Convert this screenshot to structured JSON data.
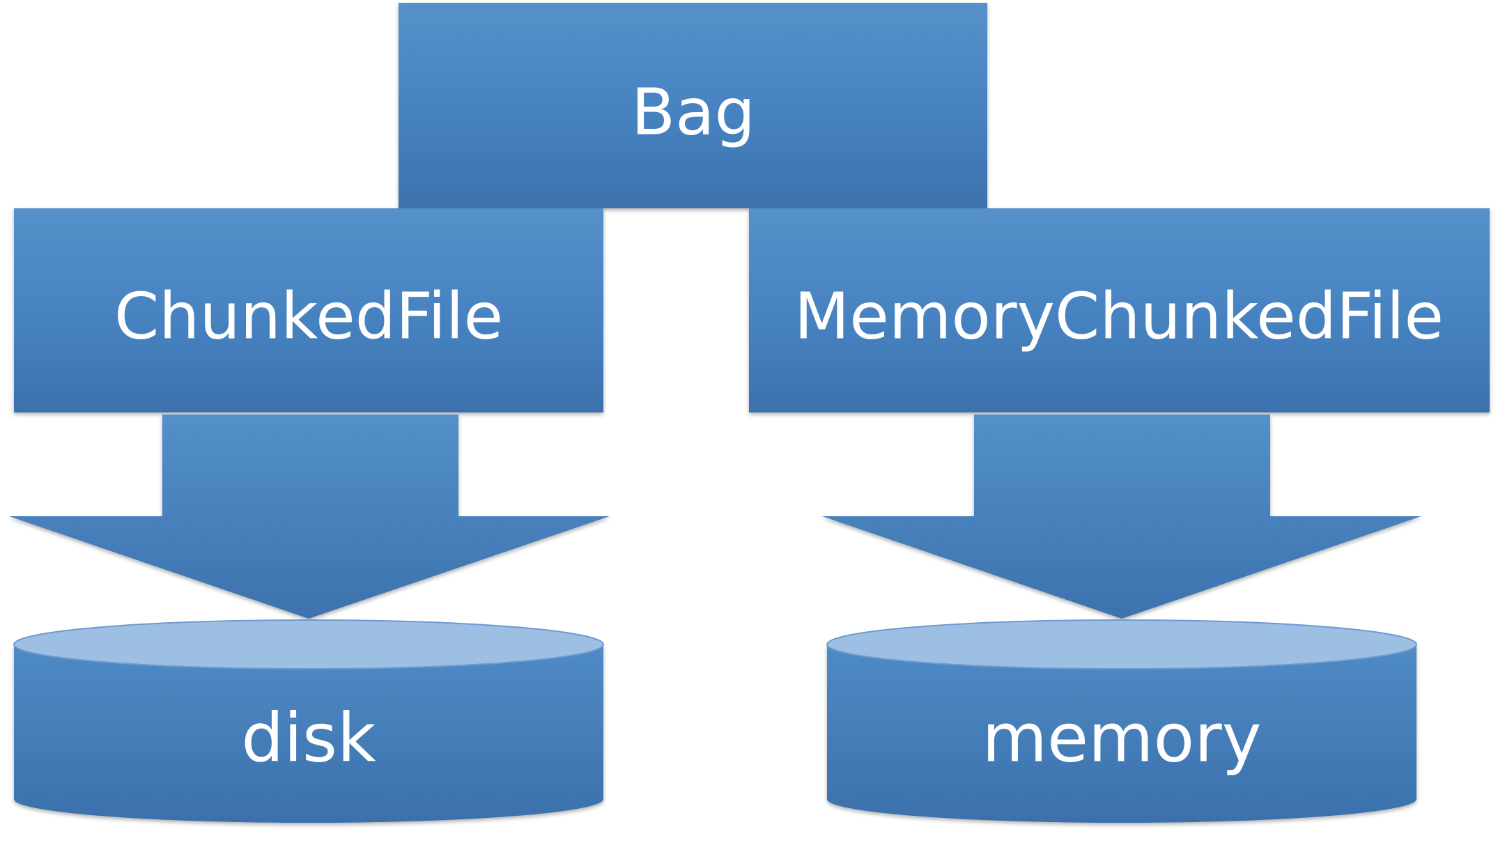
{
  "diagram": {
    "nodes": {
      "bag": {
        "label": "Bag"
      },
      "chunked_file": {
        "label": "ChunkedFile"
      },
      "memory_chunked_file": {
        "label": "MemoryChunkedFile"
      },
      "disk": {
        "label": "disk"
      },
      "memory": {
        "label": "memory"
      }
    },
    "colors": {
      "box_light": "#5591CA",
      "box_dark": "#3C71AD",
      "cylinder_top": "#9CBFE3",
      "cylinder_top_border": "#6E9ACF",
      "text": "#FFFFFF",
      "background": "#FFFFFF"
    }
  }
}
